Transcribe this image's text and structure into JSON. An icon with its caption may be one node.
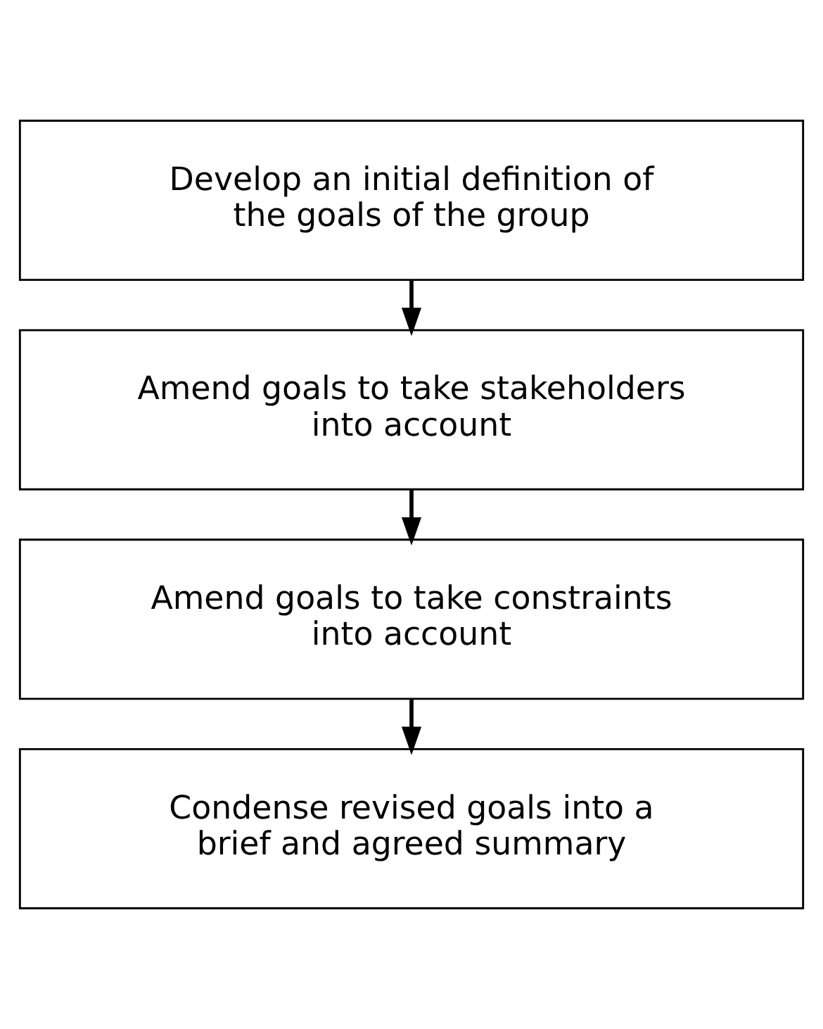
{
  "diagram": {
    "nodes": [
      {
        "text": [
          "Develop an initial definition of the goals of the group"
        ]
      },
      {
        "text": [
          "Amend goals to take stakeholders into account"
        ]
      },
      {
        "text": [
          "Amend goals to take constraints into account"
        ]
      },
      {
        "text": [
          "Condense revised goals into a brief and agreed summary"
        ]
      }
    ],
    "edges": [
      {
        "from": 0,
        "to": 1,
        "arrow": "to"
      },
      {
        "from": 1,
        "to": 2,
        "arrow": "to"
      },
      {
        "from": 2,
        "to": 3,
        "arrow": "to"
      }
    ]
  }
}
